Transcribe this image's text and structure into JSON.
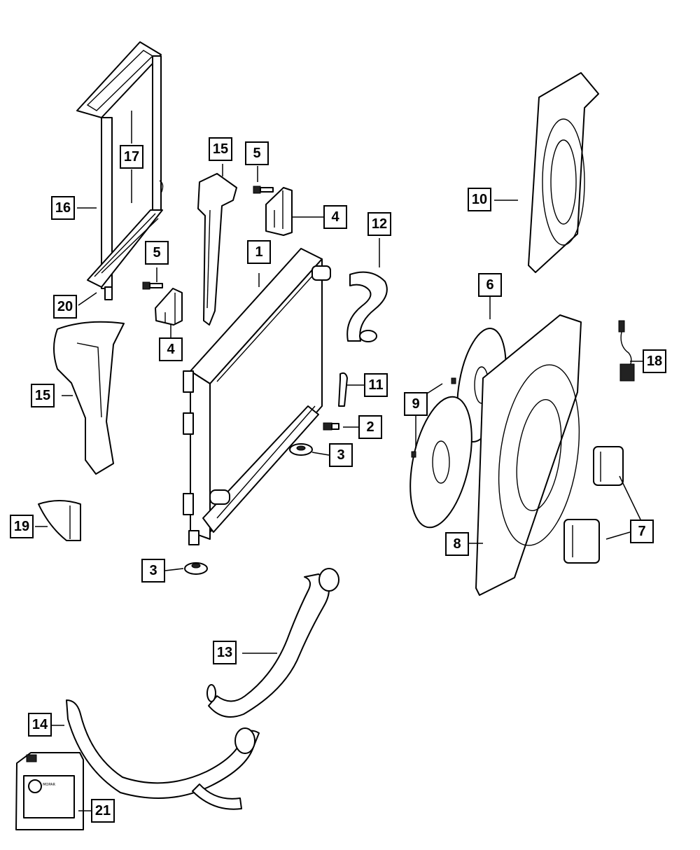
{
  "diagram": {
    "callouts": [
      {
        "id": "c1",
        "label": "1"
      },
      {
        "id": "c2",
        "label": "2"
      },
      {
        "id": "c3a",
        "label": "3"
      },
      {
        "id": "c3b",
        "label": "3"
      },
      {
        "id": "c4a",
        "label": "4"
      },
      {
        "id": "c4b",
        "label": "4"
      },
      {
        "id": "c5a",
        "label": "5"
      },
      {
        "id": "c5b",
        "label": "5"
      },
      {
        "id": "c6",
        "label": "6"
      },
      {
        "id": "c7",
        "label": "7"
      },
      {
        "id": "c8",
        "label": "8"
      },
      {
        "id": "c9",
        "label": "9"
      },
      {
        "id": "c10",
        "label": "10"
      },
      {
        "id": "c11",
        "label": "11"
      },
      {
        "id": "c12",
        "label": "12"
      },
      {
        "id": "c13",
        "label": "13"
      },
      {
        "id": "c14",
        "label": "14"
      },
      {
        "id": "c15a",
        "label": "15"
      },
      {
        "id": "c15b",
        "label": "15"
      },
      {
        "id": "c16",
        "label": "16"
      },
      {
        "id": "c17",
        "label": "17"
      },
      {
        "id": "c18",
        "label": "18"
      },
      {
        "id": "c19",
        "label": "19"
      },
      {
        "id": "c20",
        "label": "20"
      },
      {
        "id": "c21",
        "label": "21"
      }
    ],
    "jug_label_text": "MOPAR",
    "colors": {
      "line": "#000000",
      "background": "#ffffff",
      "fill_dark": "#222222",
      "fill_light": "#d8d8d8"
    }
  }
}
